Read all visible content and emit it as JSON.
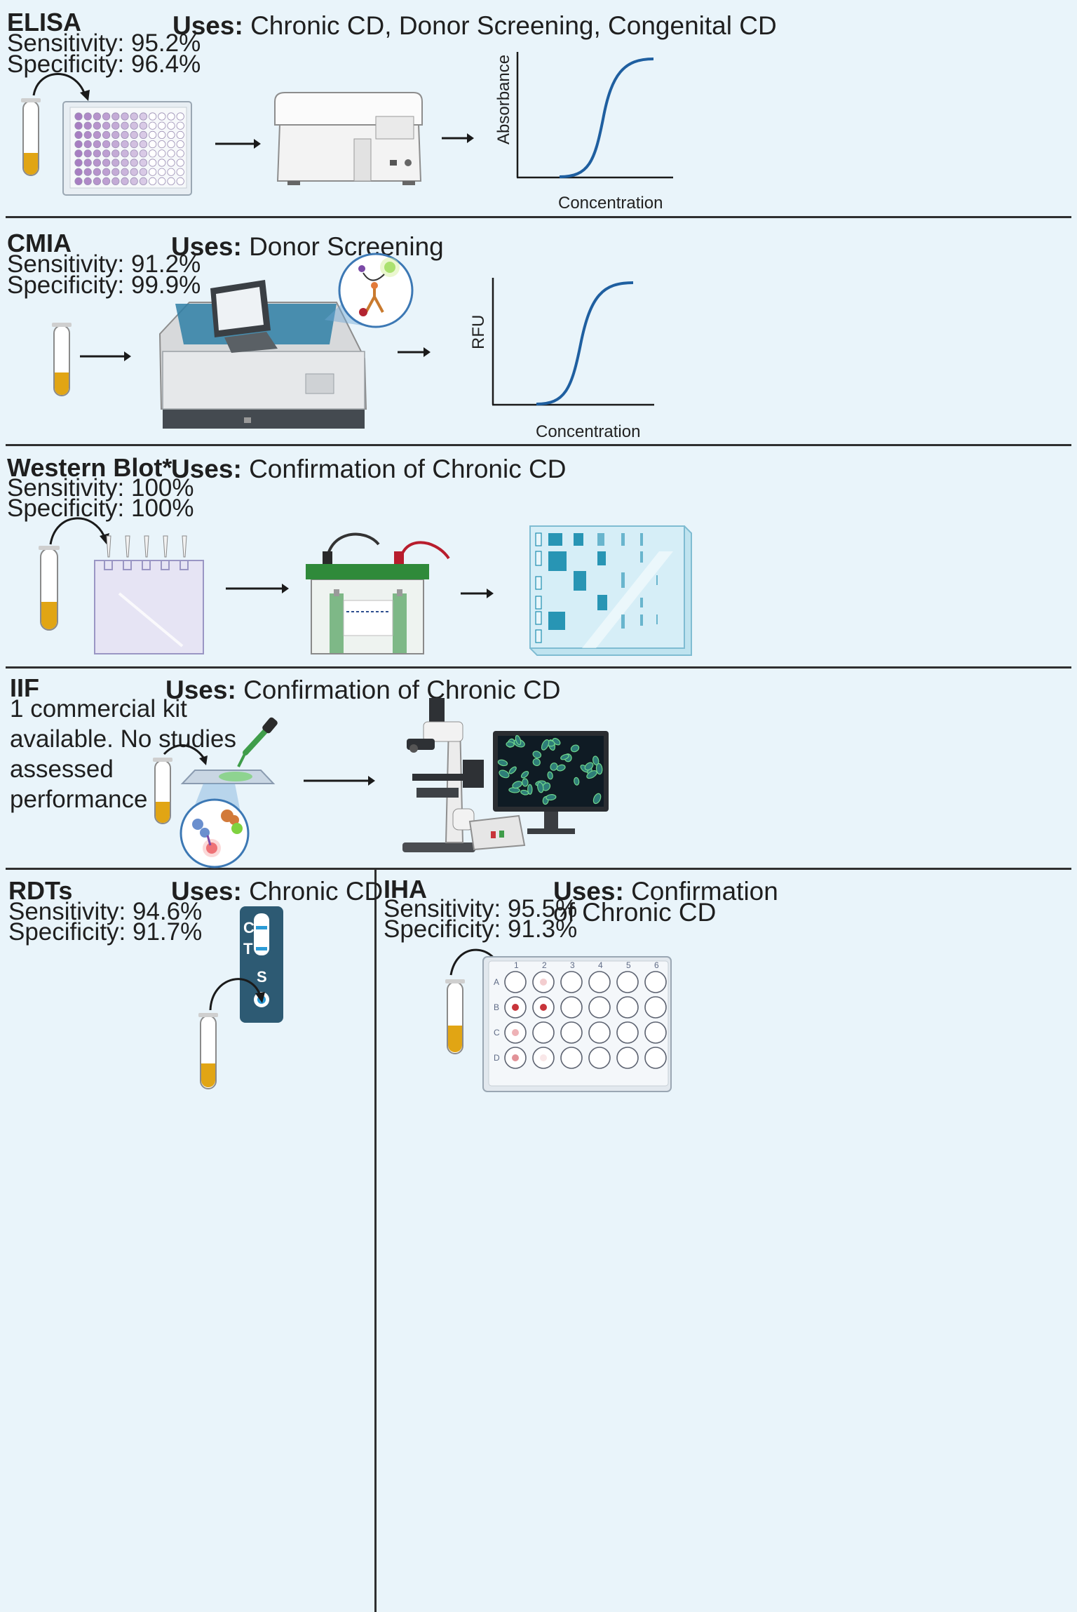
{
  "sections": {
    "elisa": {
      "title": "ELISA",
      "sensitivity": "Sensitivity: 95.2%",
      "specificity": "Specificity: 96.4%",
      "uses_label": "Uses:",
      "uses_text": "Chronic CD, Donor Screening, Congenital CD",
      "y_axis": "Absorbance",
      "x_axis": "Concentration"
    },
    "cmia": {
      "title": "CMIA",
      "sensitivity": "Sensitivity: 91.2%",
      "specificity": "Specificity: 99.9%",
      "uses_label": "Uses:",
      "uses_text": "Donor Screening",
      "y_axis": "RFU",
      "x_axis": "Concentration"
    },
    "western_blot": {
      "title": "Western Blot*",
      "sensitivity": "Sensitivity: 100%",
      "specificity": "Specificity: 100%",
      "uses_label": "Uses:",
      "uses_text": "Confirmation of Chronic CD"
    },
    "iif": {
      "title": "IIF",
      "note": "1 commercial kit available. No studies assessed performance",
      "uses_label": "Uses:",
      "uses_text": "Confirmation of Chronic CD"
    },
    "rdts": {
      "title": "RDTs",
      "sensitivity": "Sensitivity: 94.6%",
      "specificity": "Specificity: 91.7%",
      "uses_label": "Uses:",
      "uses_text": "Chronic CD",
      "label_c": "C",
      "label_t": "T",
      "label_s": "S"
    },
    "iha": {
      "title": "IHA",
      "sensitivity": "Sensitivity: 95.5%",
      "specificity": "Specificity: 91.3%",
      "uses_label": "Uses:",
      "uses_line1": "Confirmation",
      "uses_line2": "of Chronic CD"
    }
  },
  "colors": {
    "background": "#e9f4fa",
    "curve": "#1f5fa0",
    "sample": "#e1a514",
    "elisa_well": "#a87ec2",
    "gel_band": "#1f8fb0",
    "rdt_cassette": "#2d5a73",
    "iha_well": "#c8343a"
  }
}
